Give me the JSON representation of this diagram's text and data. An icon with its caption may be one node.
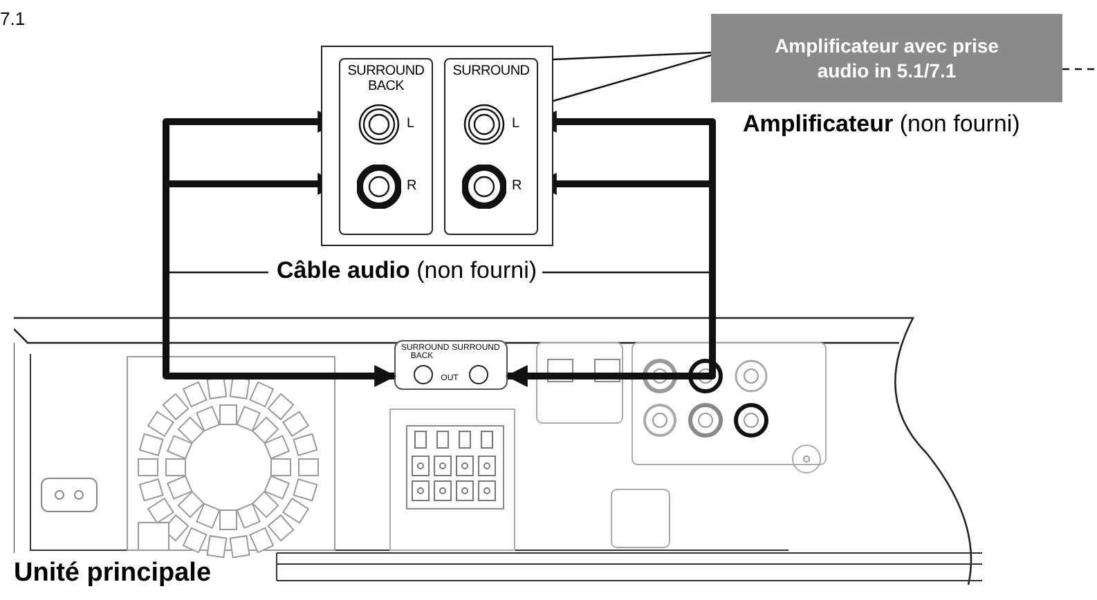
{
  "diagram": {
    "nodes": [
      {
        "text": [
          "Amplificateur avec prise audio in 5.1/7.1"
        ],
        "beside": [
          "**Amplificateur** (non fourni)"
        ]
      },
      {
        "text": [],
        "shape": "box"
      },
      {
        "text": [
          "SURROUND BACK",
          "L",
          "R"
        ],
        "in": 1
      },
      {
        "text": [
          "SURROUND",
          "L",
          "R"
        ],
        "in": 1
      },
      {
        "text": [],
        "shape": "box",
        "beside": [
          "Unité principale"
        ]
      },
      {
        "text": [
          "SURROUND BACK",
          "SURROUND",
          "OUT"
        ],
        "in": 4
      },
      {
        "text": [
          "**Câble audio** (non fourni)"
        ]
      }
    ],
    "edges": [
      {
        "from": 5,
        "to": 2,
        "arrow": "both",
        "style": "thick"
      },
      {
        "from": 5,
        "to": 3,
        "arrow": "both",
        "style": "thick"
      },
      {
        "from": 6,
        "to": null,
        "arrow": "none"
      },
      {
        "from": 6,
        "to": null,
        "arrow": "none"
      },
      {
        "from": 1,
        "to": 0,
        "arrow": "none"
      },
      {
        "from": 0,
        "to": null,
        "arrow": "none",
        "style": "dashed"
      }
    ],
    "labels": [
      "7.1"
    ]
  }
}
